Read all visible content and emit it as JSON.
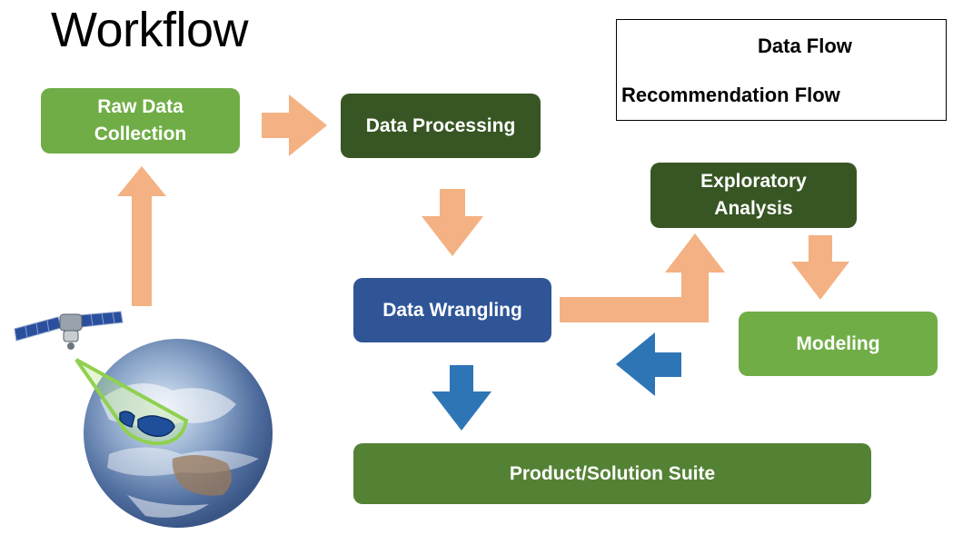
{
  "title": "Workflow",
  "colors": {
    "light_green": "#70AD47",
    "dark_green": "#375623",
    "mid_green": "#548235",
    "blue_box": "#2F5597",
    "data_arrow": "#F4B183",
    "rec_arrow": "#2E75B6"
  },
  "nodes": {
    "raw_data": "Raw Data\nCollection",
    "processing": "Data Processing",
    "exploratory": "Exploratory\nAnalysis",
    "wrangling": "Data Wrangling",
    "modeling": "Modeling",
    "product": "Product/Solution Suite"
  },
  "legend": {
    "data_flow": "Data Flow",
    "recommendation_flow": "Recommendation Flow"
  },
  "icons": {
    "satellite": "satellite-icon",
    "earth": "earth-globe-icon"
  }
}
